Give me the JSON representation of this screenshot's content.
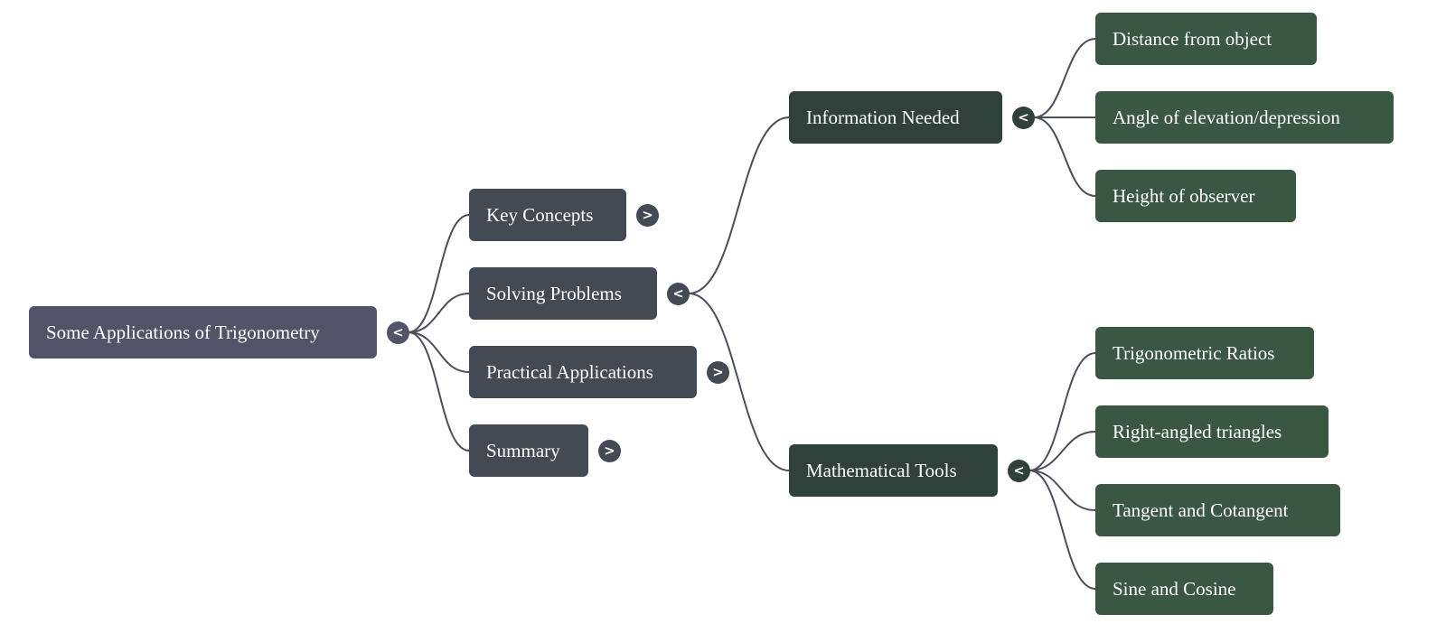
{
  "mindmap": {
    "root": {
      "label": "Some Applications of Trigonometry",
      "toggle": "<",
      "expanded": true
    },
    "level1": [
      {
        "label": "Key Concepts",
        "toggle": ">",
        "expanded": false
      },
      {
        "label": "Solving Problems",
        "toggle": "<",
        "expanded": true
      },
      {
        "label": "Practical Applications",
        "toggle": ">",
        "expanded": false
      },
      {
        "label": "Summary",
        "toggle": ">",
        "expanded": false
      }
    ],
    "level2": [
      {
        "label": "Information Needed",
        "toggle": "<",
        "expanded": true,
        "children": [
          "Distance from object",
          "Angle of elevation/depression",
          "Height of observer"
        ]
      },
      {
        "label": "Mathematical Tools",
        "toggle": "<",
        "expanded": true,
        "children": [
          "Trigonometric Ratios",
          "Right-angled triangles",
          "Tangent and Cotangent",
          "Sine and Cosine"
        ]
      }
    ]
  },
  "colors": {
    "root": "#525268",
    "level1": "#434a54",
    "level2": "#30413c",
    "level3": "#3a5743",
    "link": "#4a4f5a"
  }
}
